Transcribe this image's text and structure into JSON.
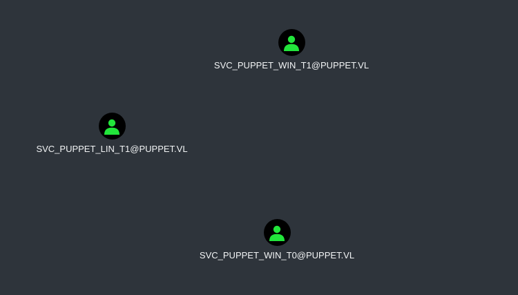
{
  "graph": {
    "background_color": "#2e343b",
    "node_fill_color": "#000000",
    "user_icon_color": "#22e53b",
    "label_color": "#f2f4f5",
    "nodes": [
      {
        "type": "user",
        "icon": "user-icon",
        "label": "SVC_PUPPET_WIN_T1@PUPPET.VL"
      },
      {
        "type": "user",
        "icon": "user-icon",
        "label": "SVC_PUPPET_LIN_T1@PUPPET.VL"
      },
      {
        "type": "user",
        "icon": "user-icon",
        "label": "SVC_PUPPET_WIN_T0@PUPPET.VL"
      }
    ]
  }
}
